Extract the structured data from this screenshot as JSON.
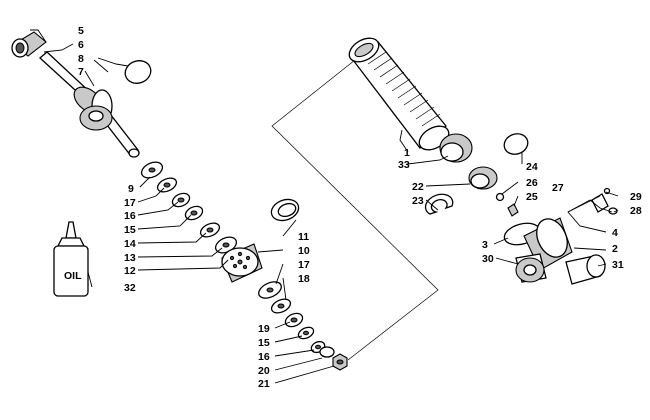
{
  "diagram": {
    "callouts": {
      "n1": "1",
      "n2": "2",
      "n3": "3",
      "n4": "4",
      "n5": "5",
      "n6": "6",
      "n7": "7",
      "n8": "8",
      "n9": "9",
      "n10": "10",
      "n11": "11",
      "n12": "12",
      "n13": "13",
      "n14": "14",
      "n15a": "15",
      "n15b": "15",
      "n16a": "16",
      "n16b": "16",
      "n17a": "17",
      "n17b": "17",
      "n18": "18",
      "n19": "19",
      "n20": "20",
      "n21": "21",
      "n22": "22",
      "n23": "23",
      "n24": "24",
      "n25": "25",
      "n26": "26",
      "n27": "27",
      "n28": "28",
      "n29": "29",
      "n30": "30",
      "n31": "31",
      "n32": "32",
      "n33": "33"
    },
    "oil_bottle_label": "OIL"
  }
}
